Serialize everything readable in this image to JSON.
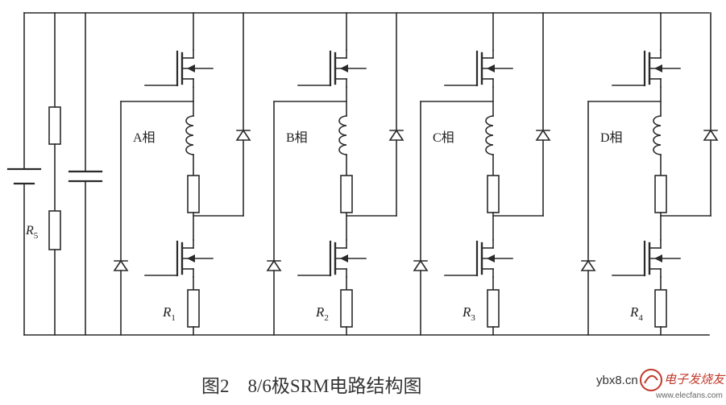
{
  "caption": "图2　8/6极SRM电路结构图",
  "watermark": {
    "site": "ybx8.cn",
    "brand": "电子发烧友",
    "url": "www.elecfans.com"
  },
  "labels": {
    "sense_resistor": "R5"
  },
  "phases": [
    {
      "name": "A相",
      "resistor": "R1"
    },
    {
      "name": "B相",
      "resistor": "R2"
    },
    {
      "name": "C相",
      "resistor": "R3"
    },
    {
      "name": "D相",
      "resistor": "R4"
    }
  ],
  "colors": {
    "line": "#2a2a2a",
    "text": "#222222",
    "watermark": "#c0392b"
  }
}
